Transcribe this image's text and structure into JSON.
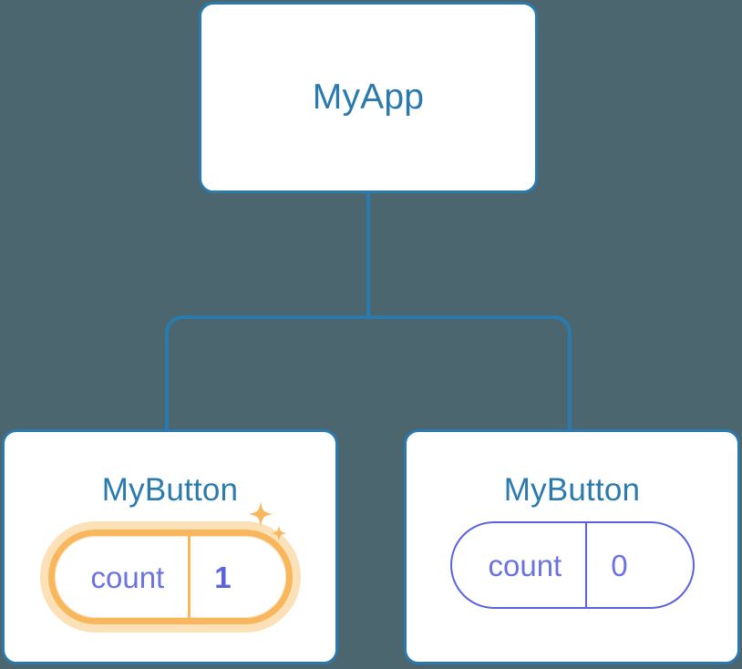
{
  "diagram": {
    "type": "component-tree",
    "background_color": "#4c6670",
    "node_border_color": "#2a7aad",
    "node_text_color": "#2a7aad",
    "connector_color": "#2a7aad",
    "highlight_color": "#f8b75c",
    "highlight_glow_color": "#fbe0b8",
    "pill_color": "#5a63dd",
    "pill_text_color": "#6b73e2"
  },
  "root": {
    "title": "MyApp"
  },
  "children": [
    {
      "title": "MyButton",
      "state_key": "count",
      "state_value": "1",
      "highlighted": true,
      "sparkle_large_icon": "sparkle-icon",
      "sparkle_small_icon": "sparkle-small-icon"
    },
    {
      "title": "MyButton",
      "state_key": "count",
      "state_value": "0",
      "highlighted": false
    }
  ]
}
